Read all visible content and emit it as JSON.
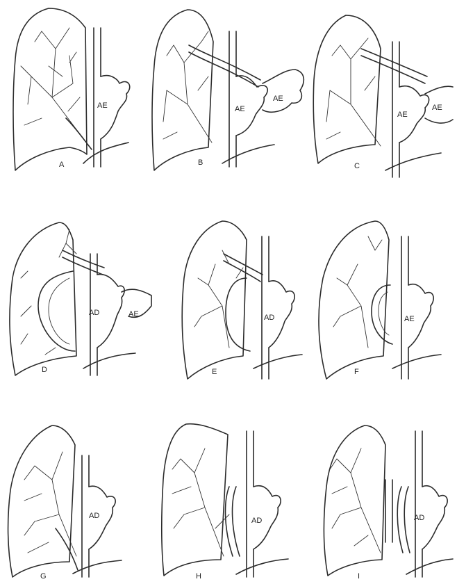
{
  "panels": [
    {
      "letter": "A",
      "chambers": [
        "AE"
      ]
    },
    {
      "letter": "B",
      "chambers": [
        "AE",
        "AE"
      ]
    },
    {
      "letter": "C",
      "chambers": [
        "AE",
        "AE"
      ]
    },
    {
      "letter": "D",
      "chambers": [
        "AD",
        "AE"
      ]
    },
    {
      "letter": "E",
      "chambers": [
        "AD"
      ]
    },
    {
      "letter": "F",
      "chambers": [
        "AE"
      ]
    },
    {
      "letter": "G",
      "chambers": [
        "AD"
      ]
    },
    {
      "letter": "H",
      "chambers": [
        "AD"
      ]
    },
    {
      "letter": "I",
      "chambers": [
        "AD"
      ]
    }
  ],
  "colors": {
    "ink": "#2b2b2b",
    "paper": "#ffffff"
  }
}
